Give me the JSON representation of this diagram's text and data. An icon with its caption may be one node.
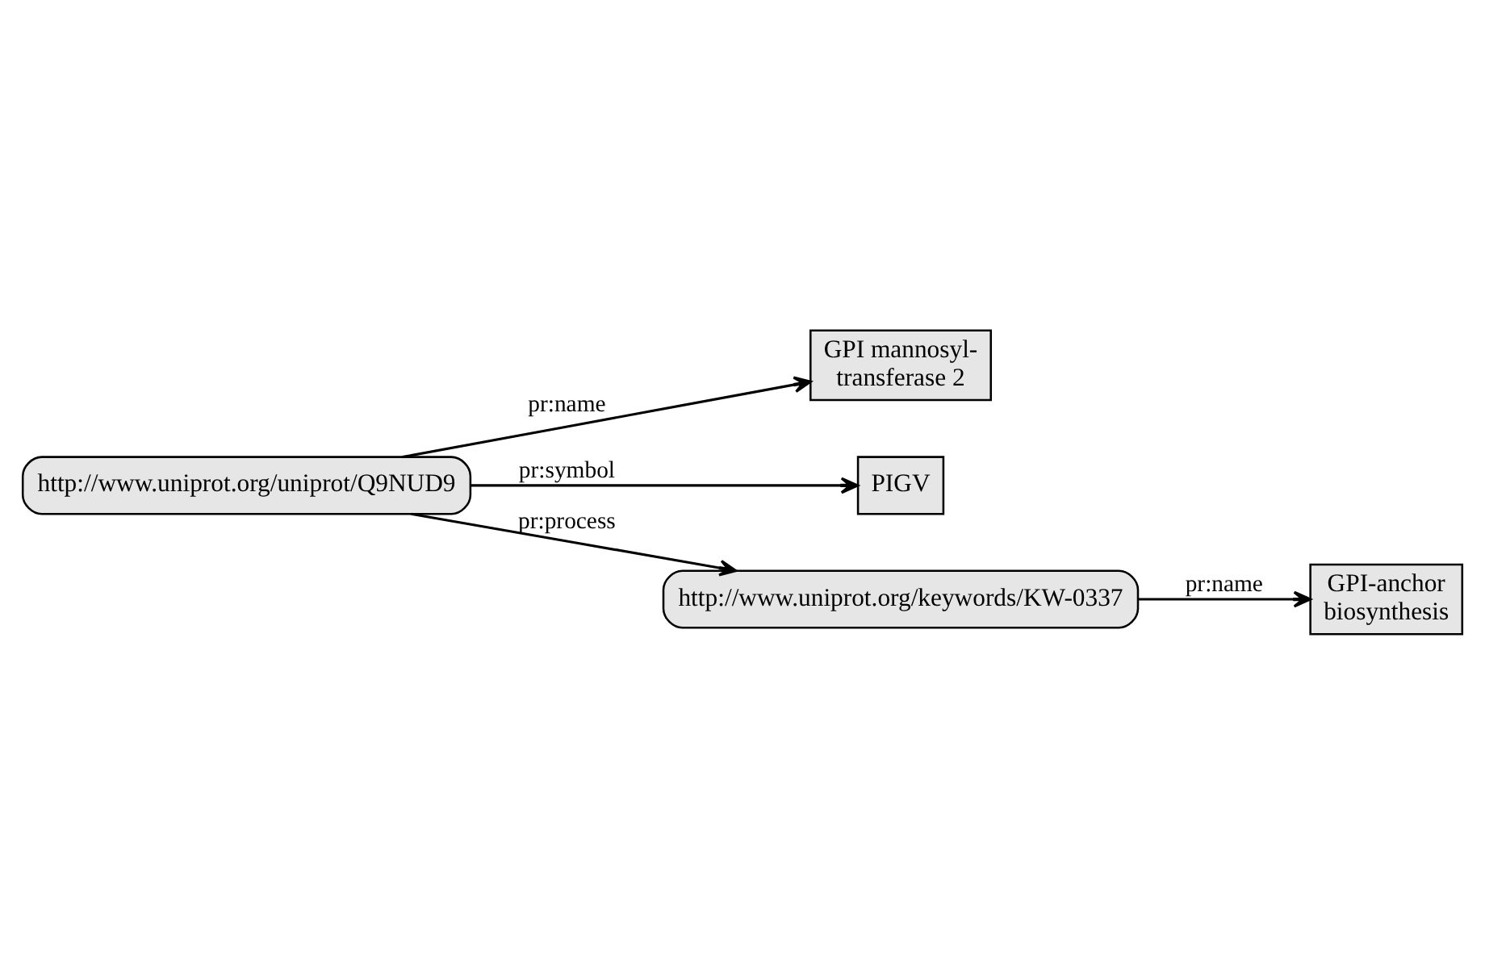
{
  "diagram": {
    "nodes": [
      {
        "text": [
          "http://www.uniprot.org/uniprot/Q9NUD9"
        ]
      },
      {
        "text": [
          "GPI mannosyl- transferase 2"
        ]
      },
      {
        "text": [
          "PIGV"
        ]
      },
      {
        "text": [
          "http://www.uniprot.org/keywords/KW-0337"
        ]
      },
      {
        "text": [
          "GPI-anchor biosynthesis"
        ]
      }
    ],
    "edges": [
      {
        "from": 0,
        "to": 1,
        "arrow": "to",
        "label": "pr:name"
      },
      {
        "from": 0,
        "to": 2,
        "arrow": "to",
        "label": "pr:symbol"
      },
      {
        "from": 0,
        "to": 3,
        "arrow": "to",
        "label": "pr:process"
      },
      {
        "from": 3,
        "to": 4,
        "arrow": "to",
        "label": "pr:name"
      }
    ]
  }
}
